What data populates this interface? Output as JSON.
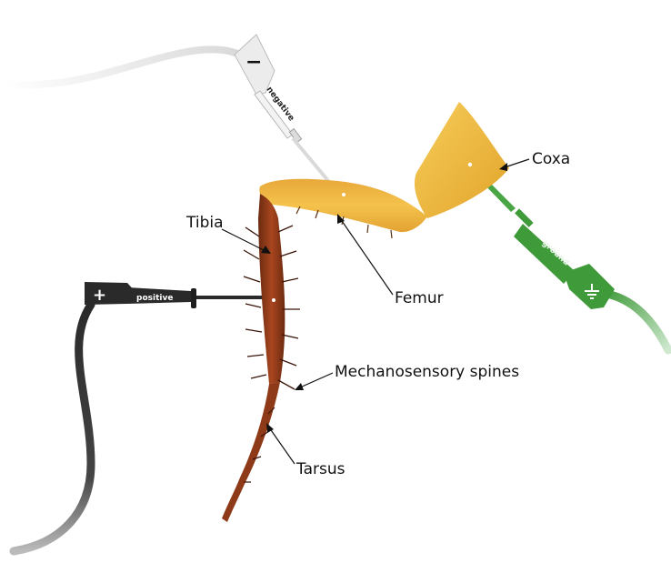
{
  "labels": {
    "coxa": "Coxa",
    "tibia": "Tibia",
    "femur": "Femur",
    "spines": "Mechanosensory spines",
    "tarsus": "Tarsus"
  },
  "probes": {
    "negative": {
      "text": "negative",
      "symbol": "−"
    },
    "positive": {
      "text": "positive",
      "symbol": "+"
    },
    "ground": {
      "text": "ground"
    }
  },
  "colors": {
    "leg_gold": "#f0b93c",
    "tibia_brown": "#9a3d1a",
    "probe_black": "#2a2a2a",
    "probe_green": "#3f9a3a",
    "probe_white": "#eeeeee"
  }
}
